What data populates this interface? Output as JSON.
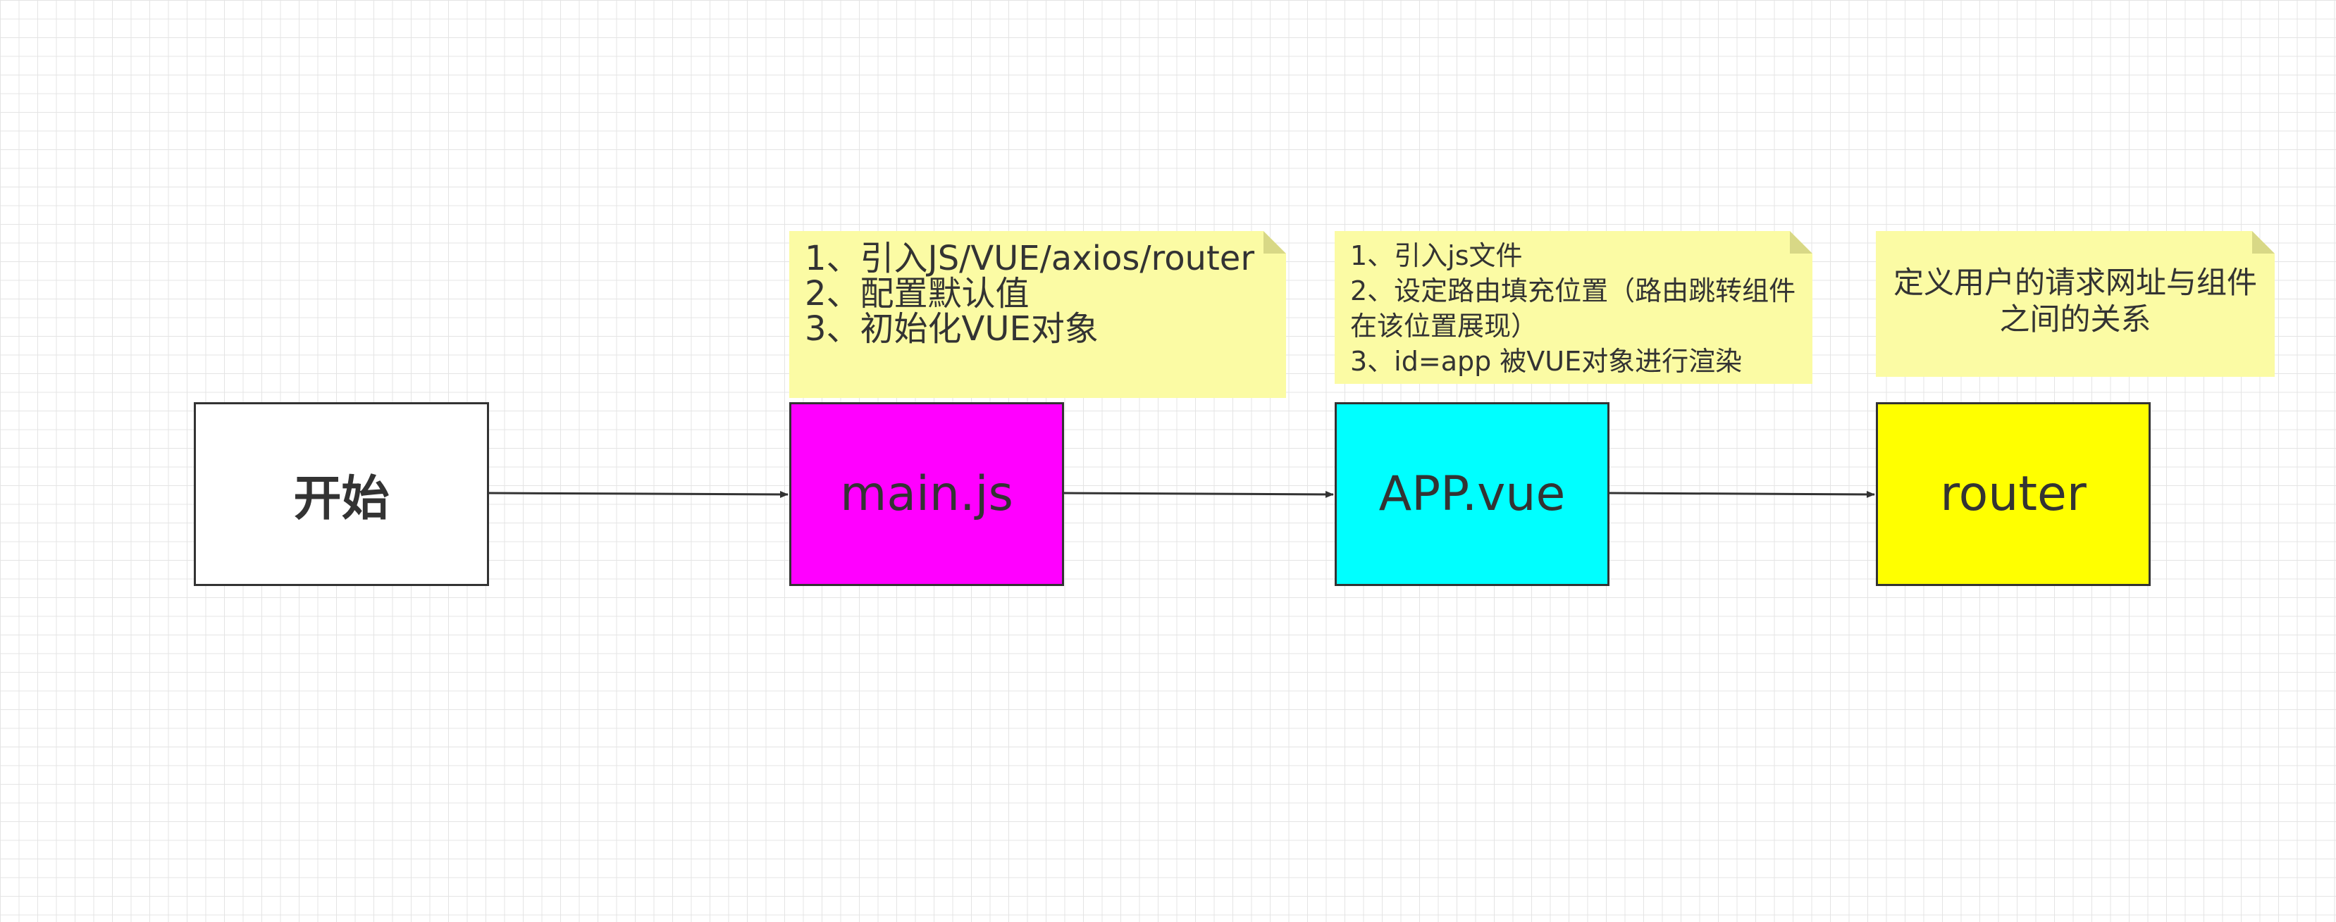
{
  "nodes": {
    "start": {
      "label": "开始",
      "fill": "#ffffff"
    },
    "main": {
      "label": "main.js",
      "fill": "#ff00ff"
    },
    "app": {
      "label": "APP.vue",
      "fill": "#00ffff"
    },
    "router": {
      "label": "router",
      "fill": "#ffff00"
    }
  },
  "notes": {
    "main": {
      "lines": [
        "1、引入JS/VUE/axios/router",
        "2、配置默认值",
        "3、初始化VUE对象"
      ]
    },
    "app": {
      "lines": [
        "1、引入js文件",
        "2、设定路由填充位置（路由跳转组件在该位置展现）",
        "3、id=app 被VUE对象进行渲染"
      ]
    },
    "router": {
      "text": "定义用户的请求网址与组件之间的关系"
    }
  },
  "colors": {
    "note_fill": "#fbfba4",
    "stroke": "#333333"
  }
}
